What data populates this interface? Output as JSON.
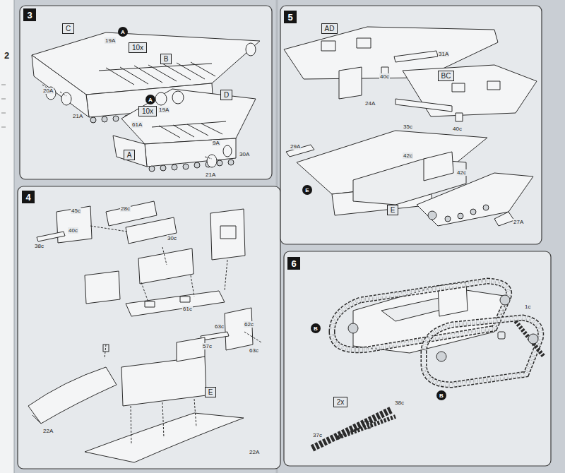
{
  "diagram": {
    "nodes": [
      {
        "text": [
          "3"
        ]
      },
      {
        "text": [
          "C"
        ]
      },
      {
        "text": [
          "A"
        ]
      },
      {
        "text": [
          "10x"
        ]
      },
      {
        "text": [
          "B"
        ]
      },
      {
        "text": [
          "D"
        ]
      },
      {
        "text": [
          "A"
        ]
      },
      {
        "text": [
          "10x"
        ]
      },
      {
        "text": [
          "A"
        ]
      },
      {
        "text": [
          "4"
        ]
      },
      {
        "text": [
          "E"
        ]
      },
      {
        "text": [
          "5"
        ]
      },
      {
        "text": [
          "AD"
        ]
      },
      {
        "text": [
          "BC"
        ]
      },
      {
        "text": [
          "E"
        ]
      },
      {
        "text": [
          "E"
        ]
      },
      {
        "text": [
          "6"
        ]
      },
      {
        "text": [
          "B"
        ]
      },
      {
        "text": [
          "B"
        ]
      },
      {
        "text": [
          "2x"
        ]
      }
    ],
    "labels": [
      "2",
      "19A",
      "20A",
      "21A",
      "19A",
      "61A",
      "9A",
      "30A",
      "21A",
      "45c",
      "40c",
      "38c",
      "28c",
      "30c",
      "61c",
      "63c",
      "62c",
      "57c",
      "63c",
      "22A",
      "22A",
      "31A",
      "40c",
      "24A",
      "35c",
      "40c",
      "29A",
      "42c",
      "42c",
      "27A",
      "1c",
      "38c",
      "37c"
    ]
  }
}
